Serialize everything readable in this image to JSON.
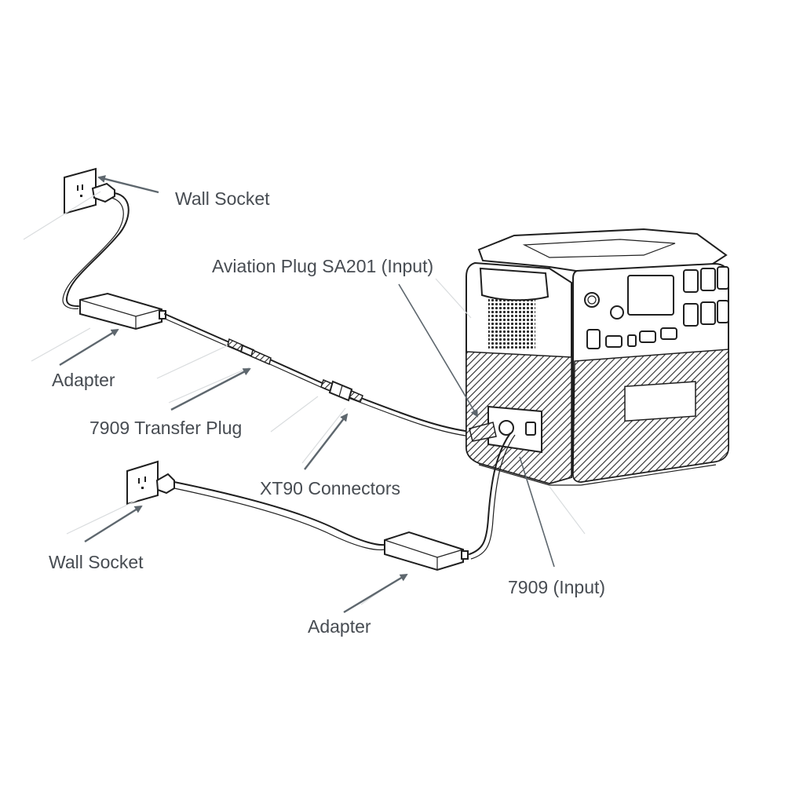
{
  "labels": {
    "wall_socket_top": "Wall Socket",
    "aviation_plug": "Aviation Plug SA201 (Input)",
    "adapter_top": "Adapter",
    "transfer_plug": "7909 Transfer Plug",
    "xt90": "XT90 Connectors",
    "wall_socket_bottom": "Wall Socket",
    "input_7909": "7909 (Input)",
    "adapter_bottom": "Adapter"
  },
  "colors": {
    "label_text": "#474c52",
    "line_art": "#1f1f1f",
    "arrow": "#5e676e",
    "background": "#ffffff"
  }
}
